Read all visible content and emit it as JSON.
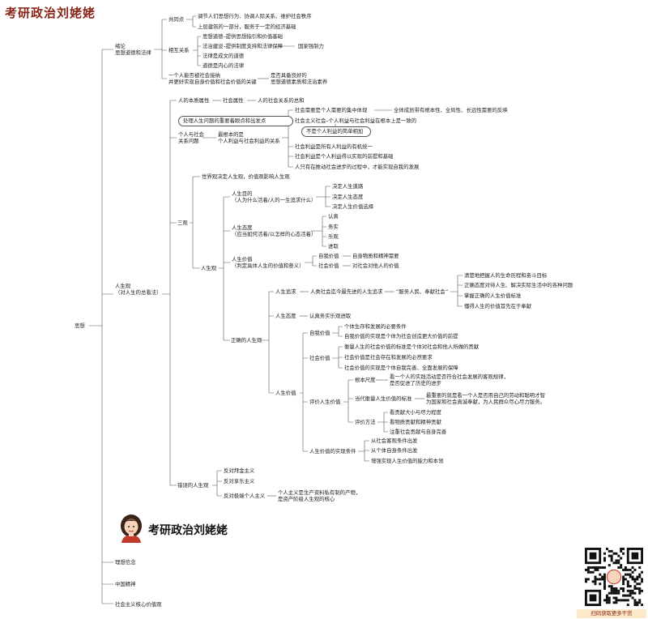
{
  "brand": "考研政治刘姥姥",
  "banner": {
    "title": "考研政治刘姥姥"
  },
  "qr": {
    "caption": "扫码获取更多干货"
  },
  "nodes": [
    {
      "id": "root",
      "text": "思想"
    },
    {
      "id": "intro",
      "lines": [
        "绪论",
        "思想道德和法律"
      ]
    },
    {
      "id": "common",
      "text": "共同点"
    },
    {
      "id": "common1",
      "text": "调节人们思想行为、协调人际关系、维护社会秩序"
    },
    {
      "id": "common2",
      "text": "上层建筑的一部分，服务于一定的经济基础"
    },
    {
      "id": "mutual",
      "text": "相互关系"
    },
    {
      "id": "mutual1",
      "text": "思想道德–提供思想指引和价值基础"
    },
    {
      "id": "mutual2",
      "text": "法治建设–提供制度支持和法律保障"
    },
    {
      "id": "mutual2b",
      "text": "国家强制力"
    },
    {
      "id": "mutual3",
      "text": "法律是成文的道德"
    },
    {
      "id": "mutual4",
      "text": "道德是内心的法律"
    },
    {
      "id": "key",
      "lines": [
        "一个人能否被社会接纳",
        "并更好实现自身价值和社会价值的关键"
      ]
    },
    {
      "id": "key2",
      "lines": [
        "是否具备良好的",
        "思想道德素质和法治素养"
      ]
    },
    {
      "id": "life",
      "lines": [
        "人生观",
        "（对人生的总看法）"
      ]
    },
    {
      "id": "essence",
      "text": "人的本质属性"
    },
    {
      "id": "social",
      "text": "社会属性"
    },
    {
      "id": "sum",
      "text": "人的社会关系的总和"
    },
    {
      "id": "startpoint",
      "text": "处理人生问题的重要着眼点和出发点"
    },
    {
      "id": "indiv",
      "lines": [
        "个人与社会",
        "关系问题"
      ]
    },
    {
      "id": "basic",
      "lines": [
        "最根本的是",
        "个人利益与社会利益的关系"
      ]
    },
    {
      "id": "rel1",
      "text": "社会需要是个人需要的集中体现"
    },
    {
      "id": "rel1b",
      "text": "全体成员带有根本性、全局性、长远性需要的反映"
    },
    {
      "id": "rel2",
      "text": "社会主义社会–个人利益与社会利益在根本上是一致的"
    },
    {
      "id": "notsimple",
      "text": "不是个人利益的简单相加"
    },
    {
      "id": "rel3",
      "text": "社会利益是所有人利益的有机统一"
    },
    {
      "id": "rel4",
      "text": "社会利益是个人利益得以实现的前提和基础"
    },
    {
      "id": "rel5",
      "text": "人只有在推动社会进步的过程中，才能实现自我的发展"
    },
    {
      "id": "worldview",
      "text": "世界观决定人生观，价值观影响人生观"
    },
    {
      "id": "three",
      "text": "三观"
    },
    {
      "id": "lifeview",
      "text": "人生观"
    },
    {
      "id": "goal",
      "lines": [
        "人生目的",
        "（人为什么活着/人的一生追求什么）"
      ]
    },
    {
      "id": "goal1",
      "text": "决定人生道路"
    },
    {
      "id": "goal2",
      "text": "决定人生态度"
    },
    {
      "id": "goal3",
      "text": "决定人生价值选择"
    },
    {
      "id": "attitude",
      "lines": [
        "人生态度",
        "（应当如何活着/以怎样的心态活着）"
      ]
    },
    {
      "id": "att1",
      "text": "认真"
    },
    {
      "id": "att2",
      "text": "务实"
    },
    {
      "id": "att3",
      "text": "乐观"
    },
    {
      "id": "att4",
      "text": "进取"
    },
    {
      "id": "value",
      "lines": [
        "人生价值",
        "（判定具体人生的价值和意义）"
      ]
    },
    {
      "id": "selfv",
      "text": "自我价值"
    },
    {
      "id": "selfv1",
      "text": "自身物质和精神需要"
    },
    {
      "id": "socv",
      "text": "社会价值"
    },
    {
      "id": "socv1",
      "text": "对社会对他人的价值"
    },
    {
      "id": "correct",
      "text": "正确的人生观"
    },
    {
      "id": "pursuit",
      "text": "人生追求"
    },
    {
      "id": "pursuit1",
      "text": "人类社会迄今最先进的人生追求"
    },
    {
      "id": "pursuit2",
      "text": "“服务人民、奉献社会”"
    },
    {
      "id": "p1",
      "text": "清楚地把握人的生命历程和奋斗目标"
    },
    {
      "id": "p2",
      "text": "正确态度对待人生、解决实际生活中的各种问题"
    },
    {
      "id": "p3",
      "text": "掌握正确的人生价值标准"
    },
    {
      "id": "p4",
      "text": "懂得人生的价值首先在于奉献"
    },
    {
      "id": "cattitude",
      "text": "人生态度"
    },
    {
      "id": "catt1",
      "text": "认真务实乐观进取"
    },
    {
      "id": "cvalue",
      "text": "人生价值"
    },
    {
      "id": "cselfv",
      "text": "自我价值"
    },
    {
      "id": "cs1",
      "text": "个体生存和发展的必要条件"
    },
    {
      "id": "cs2",
      "text": "自我价值的实现是个体为社会创造更大价值的前提"
    },
    {
      "id": "csocv",
      "text": "社会价值"
    },
    {
      "id": "cso1",
      "text": "衡量人生的社会价值的标准是个体对社会和他人所做的贡献"
    },
    {
      "id": "cso2",
      "text": "社会价值是社会存在和发展的必然要求"
    },
    {
      "id": "cso3",
      "text": "社会价值的实现是个体自我完善、全面发展的保障"
    },
    {
      "id": "evaluate",
      "text": "评价人生价值"
    },
    {
      "id": "scale",
      "text": "根本尺度"
    },
    {
      "id": "scale1",
      "lines": [
        "看一个人的实践活动是否符合社会发展的客观规律，",
        "是否促进了历史的进步"
      ]
    },
    {
      "id": "current",
      "text": "当代衡量人生价值的标准"
    },
    {
      "id": "current1",
      "lines": [
        "最重要的就是看一个人是否用自己的劳动和聪明才智",
        "为国家和社会真诚奉献，为人民群众尽心尽力服务。"
      ]
    },
    {
      "id": "method",
      "text": "评价方法"
    },
    {
      "id": "m1",
      "text": "看贡献大小与尽力程度"
    },
    {
      "id": "m2",
      "text": "看物质贡献和精神贡献"
    },
    {
      "id": "m3",
      "text": "注重社会贡献与自身完善"
    },
    {
      "id": "realize",
      "text": "人生价值的实现条件"
    },
    {
      "id": "r1",
      "text": "从社会客观条件出发"
    },
    {
      "id": "r2",
      "text": "从个体自身条件出发"
    },
    {
      "id": "r3",
      "text": "增强实现人生价值的能力和本领"
    },
    {
      "id": "wrong",
      "text": "错误的人生观"
    },
    {
      "id": "w1",
      "text": "反对拜金主义"
    },
    {
      "id": "w2",
      "text": "反对享乐主义"
    },
    {
      "id": "w3",
      "text": "反对极端个人主义"
    },
    {
      "id": "w3b",
      "lines": [
        "个人主义是生产资料私有制的产物，",
        "是资产阶级人生观的核心"
      ]
    },
    {
      "id": "ideal",
      "text": "理想信念"
    },
    {
      "id": "spirit",
      "text": "中国精神"
    },
    {
      "id": "core",
      "text": "社会主义核心价值观"
    }
  ]
}
